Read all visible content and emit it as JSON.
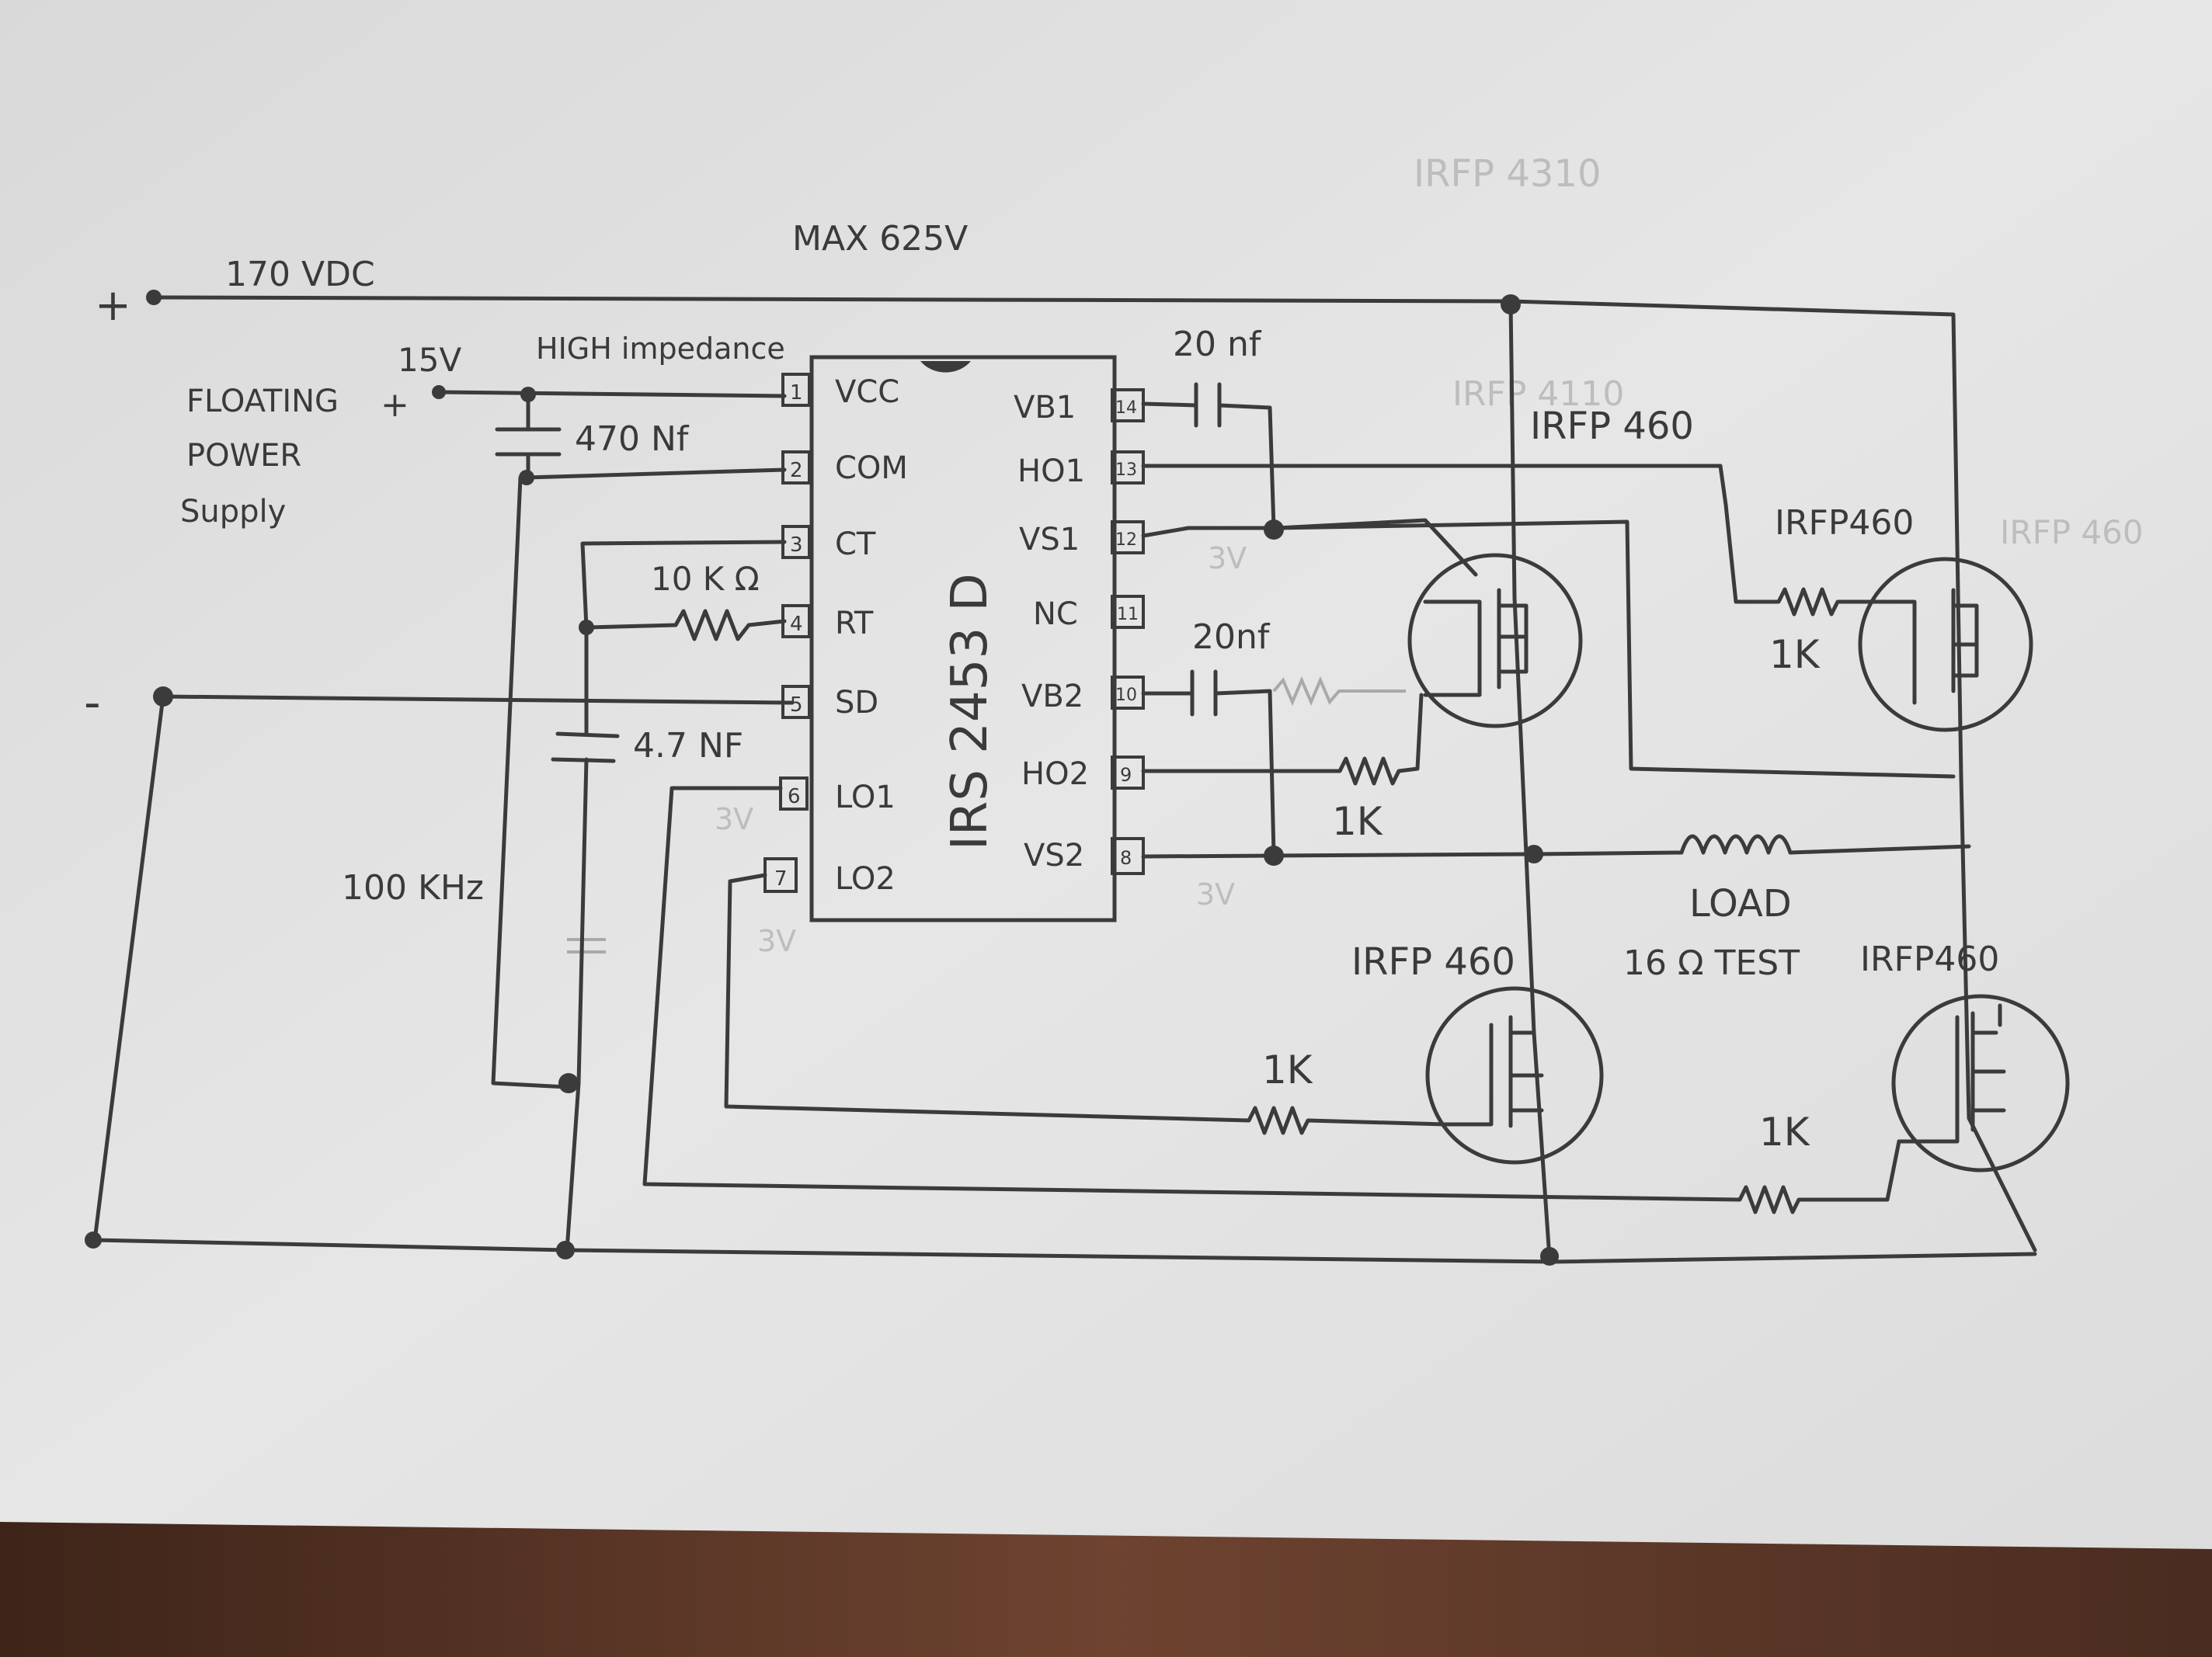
{
  "supply": {
    "voltage": "170 VDC",
    "plus": "+",
    "minus": "-",
    "max_rating": "MAX 625V"
  },
  "floating": {
    "voltage": "15V",
    "line1": "FLOATING",
    "line2": "POWER",
    "line3": "Supply",
    "plus": "+",
    "note": "HIGH impedance"
  },
  "caps": {
    "c_vcc": "470 Nf",
    "c_boot1": "20 nf",
    "c_boot2": "20nf",
    "c_timing": "4.7 NF"
  },
  "timing": {
    "rt_value": "10 K Ω",
    "frequency": "100 KHz"
  },
  "ic": {
    "name": "IRS 2453 D",
    "left_pins": [
      {
        "num": "1",
        "name": "VCC"
      },
      {
        "num": "2",
        "name": "COM"
      },
      {
        "num": "3",
        "name": "CT"
      },
      {
        "num": "4",
        "name": "RT"
      },
      {
        "num": "5",
        "name": "SD"
      },
      {
        "num": "6",
        "name": "LO1"
      },
      {
        "num": "7",
        "name": "LO2"
      }
    ],
    "right_pins": [
      {
        "num": "14",
        "name": "VB1"
      },
      {
        "num": "13",
        "name": "HO1"
      },
      {
        "num": "12",
        "name": "VS1"
      },
      {
        "num": "11",
        "name": "NC"
      },
      {
        "num": "10",
        "name": "VB2"
      },
      {
        "num": "9",
        "name": "HO2"
      },
      {
        "num": "8",
        "name": "VS2"
      }
    ]
  },
  "mosfets": {
    "q1": "IRFP 460",
    "q2": "IRFP460",
    "q3": "IRFP 460",
    "q4": "IRFP460"
  },
  "resistors": {
    "r1": "1K",
    "r2": "1K",
    "r3": "1K",
    "r4": "1K"
  },
  "load": {
    "label": "LOAD",
    "note": "16 Ω TEST"
  },
  "voltage_notes": {
    "n1": "3V",
    "n2": "3V",
    "n3": "3V",
    "n4": "3V"
  },
  "ghost_text": {
    "g1": "IRFP 4310",
    "g2": "IRFP 4110",
    "g3": "IRFP 460"
  }
}
